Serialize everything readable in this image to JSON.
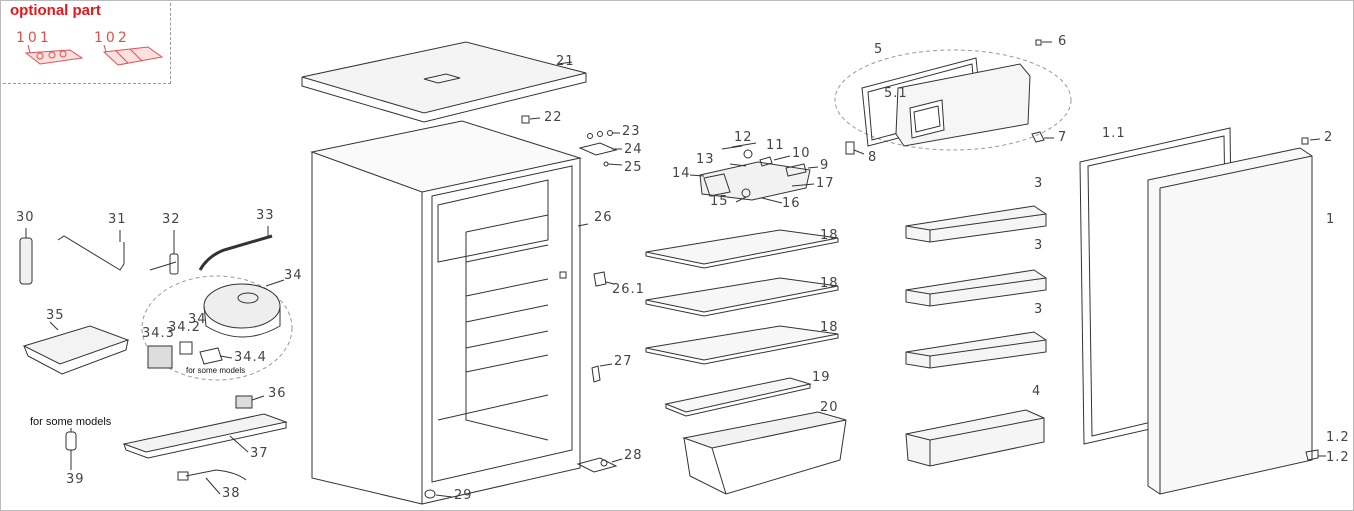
{
  "title": "optional part",
  "labels": {
    "p101": "101",
    "p102": "102",
    "p1": "1",
    "p1_1": "1.1",
    "p1_2a": "1.2",
    "p1_2b": "1.2",
    "p2": "2",
    "p3a": "3",
    "p3b": "3",
    "p3c": "3",
    "p4": "4",
    "p5": "5",
    "p5_1": "5.1",
    "p6": "6",
    "p7": "7",
    "p8": "8",
    "p9": "9",
    "p10": "10",
    "p11": "11",
    "p12": "12",
    "p13": "13",
    "p14": "14",
    "p15": "15",
    "p16": "16",
    "p17": "17",
    "p18a": "18",
    "p18b": "18",
    "p18c": "18",
    "p19": "19",
    "p20": "20",
    "p21": "21",
    "p22": "22",
    "p23": "23",
    "p24": "24",
    "p25": "25",
    "p26": "26",
    "p26_1": "26.1",
    "p27": "27",
    "p28": "28",
    "p29": "29",
    "p30": "30",
    "p31": "31",
    "p32": "32",
    "p33": "33",
    "p34": "34",
    "p34_2": "34.2",
    "p34_3": "34.3",
    "p34_b": "34",
    "p34_4": "34.4",
    "p35": "35",
    "p36": "36",
    "p37": "37",
    "p38": "38",
    "p39": "39"
  },
  "notes": {
    "some_models_left": "for some models",
    "some_models_comp": "for some models"
  },
  "colors": {
    "accent_red": "#e8161b",
    "line": "#333333",
    "label": "#444444"
  }
}
